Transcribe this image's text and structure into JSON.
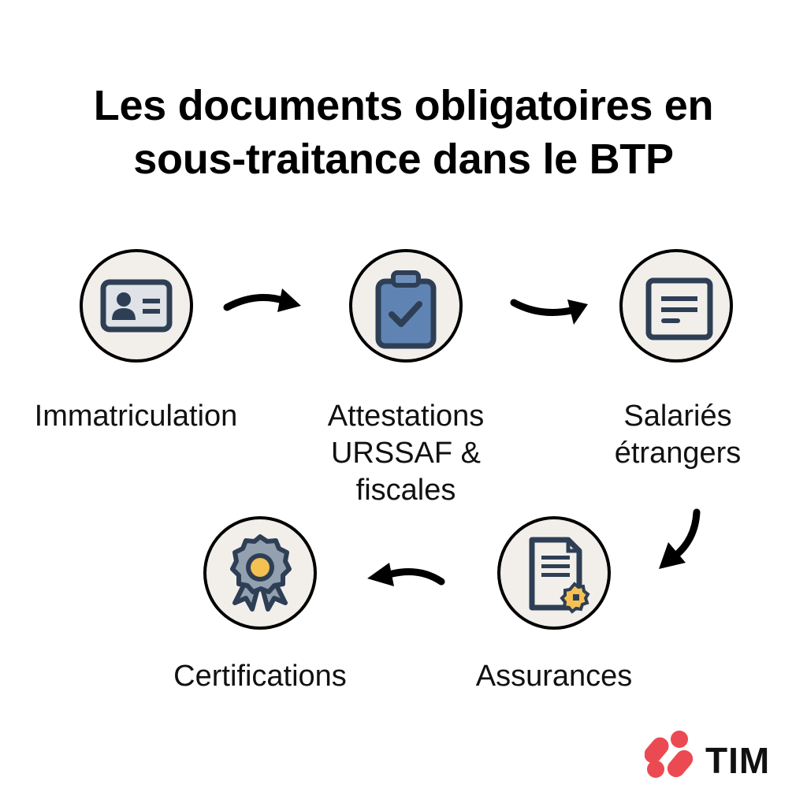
{
  "title": {
    "line1": "Les documents obligatoires en",
    "line2": "sous-traitance dans le BTP"
  },
  "steps": [
    {
      "id": "immatriculation",
      "icon": "id-card-icon",
      "label_lines": [
        "Immatriculation"
      ]
    },
    {
      "id": "attestations",
      "icon": "clipboard-check-icon",
      "label_lines": [
        "Attestations",
        "URSSAF &",
        "fiscales"
      ]
    },
    {
      "id": "salaries",
      "icon": "document-lines-icon",
      "label_lines": [
        "Salariés",
        "étrangers"
      ]
    },
    {
      "id": "assurances",
      "icon": "certificate-document-icon",
      "label_lines": [
        "Assurances"
      ]
    },
    {
      "id": "certifications",
      "icon": "award-rosette-icon",
      "label_lines": [
        "Certifications"
      ]
    }
  ],
  "flow": [
    "immatriculation",
    "attestations",
    "salaries",
    "assurances",
    "certifications"
  ],
  "colors": {
    "circle_fill": "#f2efeb",
    "icon_stroke": "#2e3f55",
    "icon_fill_light": "#dfe2e6",
    "clipboard_blue": "#5f84b3",
    "badge_gray": "#93a0af",
    "gold": "#f4c152",
    "logo_red": "#ec4a52"
  },
  "logo": {
    "text": "TIM"
  }
}
